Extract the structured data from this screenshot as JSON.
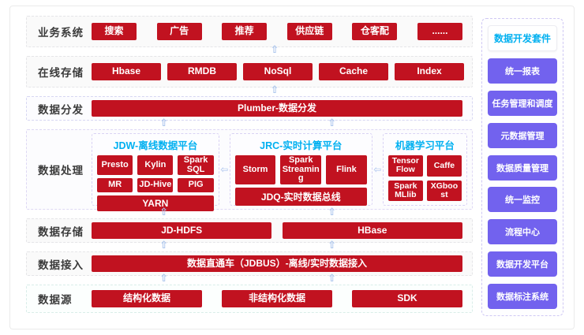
{
  "diagram": {
    "rows": [
      {
        "label": "业务系统",
        "nodes": [
          "搜索",
          "广告",
          "推荐",
          "供应链",
          "仓客配",
          "......"
        ]
      },
      {
        "label": "在线存储",
        "nodes": [
          "Hbase",
          "RMDB",
          "NoSql",
          "Cache",
          "Index"
        ]
      },
      {
        "label": "数据分发",
        "nodes": [
          "Plumber-数据分发"
        ]
      },
      {
        "label": "数据处理"
      },
      {
        "label": "数据存储",
        "nodes": [
          "JD-HDFS",
          "HBase"
        ]
      },
      {
        "label": "数据接入",
        "nodes": [
          "数据直通车（JDBUS）-离线/实时数据接入"
        ]
      },
      {
        "label": "数据源",
        "nodes": [
          "结构化数据",
          "非结构化数据",
          "SDK"
        ]
      }
    ],
    "platforms": [
      {
        "title": "JDW-离线数据平台",
        "cells": [
          "Presto",
          "Kylin",
          "Spark SQL",
          "MR",
          "JD-Hive",
          "PIG"
        ],
        "wide": "YARN"
      },
      {
        "title": "JRC-实时计算平台",
        "cells": [
          "Storm",
          "Spark Streaming",
          "Flink"
        ],
        "wide": "JDQ-实时数据总线"
      },
      {
        "title": "机器学习平台",
        "cells": [
          "TensorFlow",
          "Caffe",
          "Spark MLlib",
          "XGboost"
        ]
      }
    ]
  },
  "sidebar": {
    "title": "数据开发套件",
    "items": [
      "统一报表",
      "任务管理和调度",
      "元数据管理",
      "数据质量管理",
      "统一监控",
      "流程中心",
      "数据开发平台",
      "数据标注系统"
    ]
  },
  "icons": {
    "up_arrow": "⇧",
    "left_arrow": "⇦"
  },
  "colors": {
    "node_red": "#c11220",
    "suite_purple": "#7262ee",
    "title_cyan": "#00b0f0",
    "arrow_blue": "#a9c4ec"
  }
}
